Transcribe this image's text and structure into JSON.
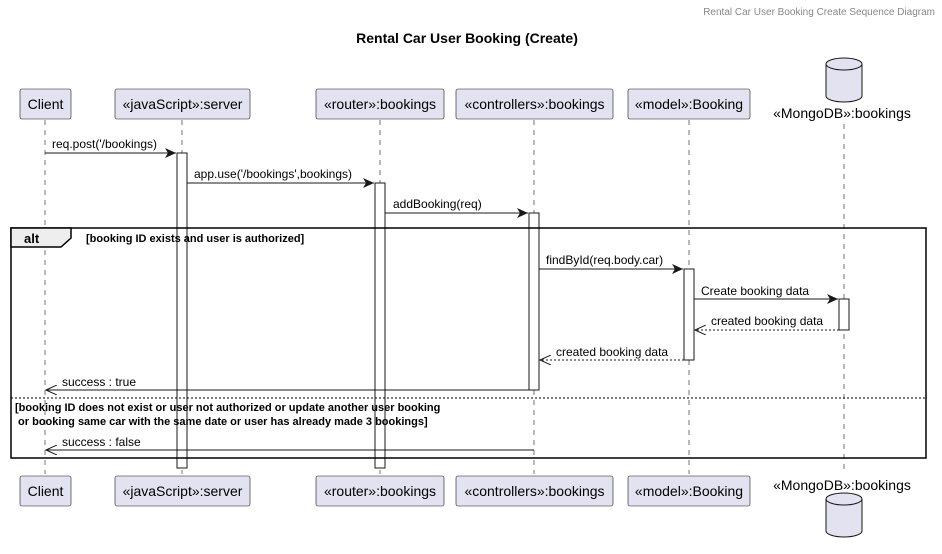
{
  "header": {
    "caption": "Rental Car User Booking Create Sequence Diagram"
  },
  "diagram": {
    "title": "Rental Car User Booking (Create)"
  },
  "participants": [
    {
      "label": "Client"
    },
    {
      "label": "«javaScript»:server"
    },
    {
      "label": "«router»:bookings"
    },
    {
      "label": "«controllers»:bookings"
    },
    {
      "label": "«model»:Booking"
    },
    {
      "label": "«MongoDB»:bookings"
    }
  ],
  "messages": [
    {
      "label": "req.post('/bookings)"
    },
    {
      "label": "app.use('/bookings',bookings)"
    },
    {
      "label": "addBooking(req)"
    },
    {
      "label": "findById(req.body.car)"
    },
    {
      "label": "Create booking data"
    },
    {
      "label": "created booking data"
    },
    {
      "label": "created booking data"
    },
    {
      "label": "success : true"
    },
    {
      "label": "success : false"
    }
  ],
  "fragment": {
    "keyword": "alt",
    "guard1": "[booking ID exists and user is authorized]",
    "guard2_line1": "[booking ID does not exist or user not authorized or update another user booking",
    "guard2_line2": " or booking same car with the same date or user has already made 3 bookings]"
  },
  "colors": {
    "participant_fill": "#E2E2F0",
    "stroke": "#181818",
    "header_text": "#888888"
  }
}
